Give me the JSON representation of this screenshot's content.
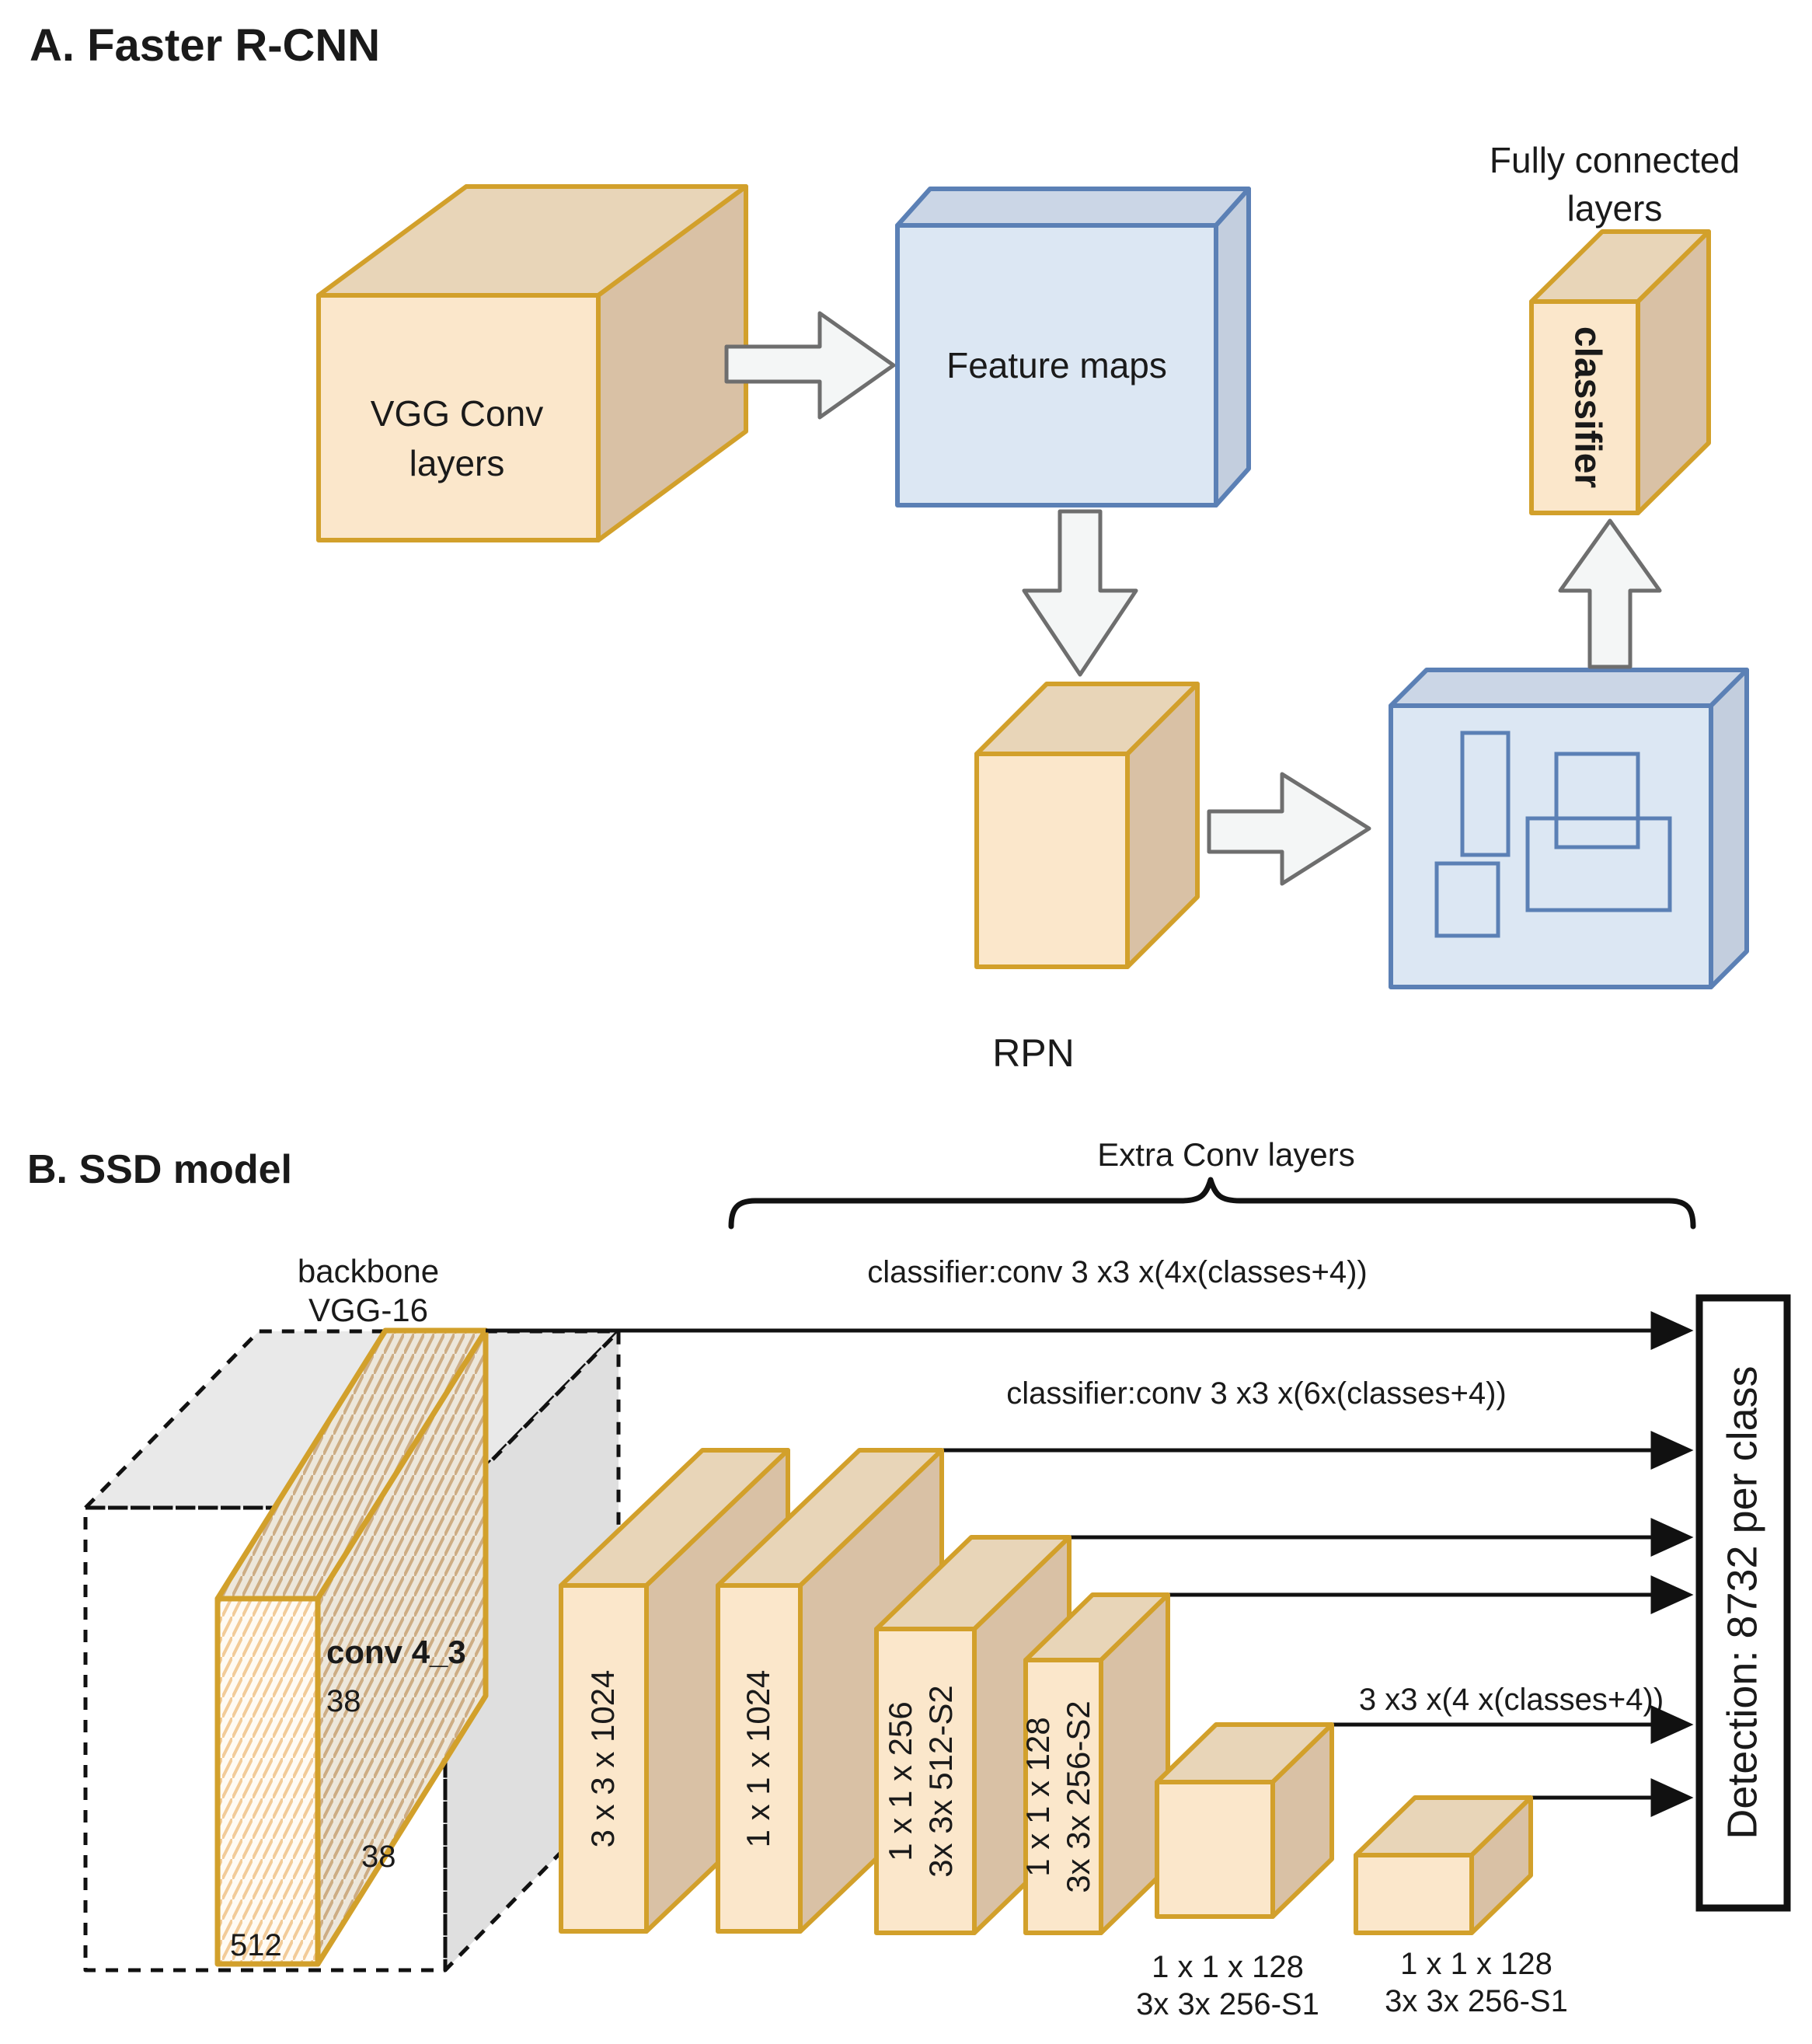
{
  "figure": {
    "type": "neural-network-architecture-diagram",
    "colors": {
      "orange_stroke": "#D2A02B",
      "orange_front": "#FBE7CB",
      "orange_top": "#E8D5B8",
      "orange_side": "#D9C1A5",
      "blue_stroke": "#5B80B5",
      "blue_front": "#DCE7F3",
      "arrow_fill": "#F4F6F6",
      "arrow_stroke": "#6E6E6E",
      "text": "#1A1A1A"
    }
  },
  "section_a": {
    "title": "A. Faster R-CNN",
    "vgg_box": {
      "label_line1": "VGG Conv",
      "label_line2": "layers"
    },
    "feature_maps": {
      "label": "Feature maps"
    },
    "rpn": {
      "label": "RPN"
    },
    "fc_label_line1": "Fully connected",
    "fc_label_line2": "layers",
    "classifier": {
      "label": "classifier"
    }
  },
  "section_b": {
    "title": "B. SSD model",
    "backbone_label_line1": "backbone",
    "backbone_label_line2": "VGG-16",
    "conv43": {
      "label": "conv 4_3",
      "dim_h": "38",
      "dim_w": "38",
      "dim_c": "512"
    },
    "extra_conv_label": "Extra Conv layers",
    "annotations": {
      "classifier4": "classifier:conv 3 x3 x(4x(classes+4))",
      "classifier6": "classifier:conv 3 x3 x(6x(classes+4))",
      "conv4": "3 x3 x(4 x(classes+4))"
    },
    "layers": [
      {
        "label_line1": "3 x 3 x 1024"
      },
      {
        "label_line1": "1 x 1 x 1024"
      },
      {
        "label_line1": "1 x 1 x 256",
        "label_line2": "3x 3x 512-S2"
      },
      {
        "label_line1": "1 x 1 x 128",
        "label_line2": "3x 3x 256-S2"
      },
      {
        "caption_line1": "1 x 1 x 128",
        "caption_line2": "3x 3x 256-S1"
      },
      {
        "caption_line1": "1 x 1 x 128",
        "caption_line2": "3x 3x 256-S1"
      }
    ],
    "detection": {
      "label": "Detection: 8732 per class"
    }
  }
}
